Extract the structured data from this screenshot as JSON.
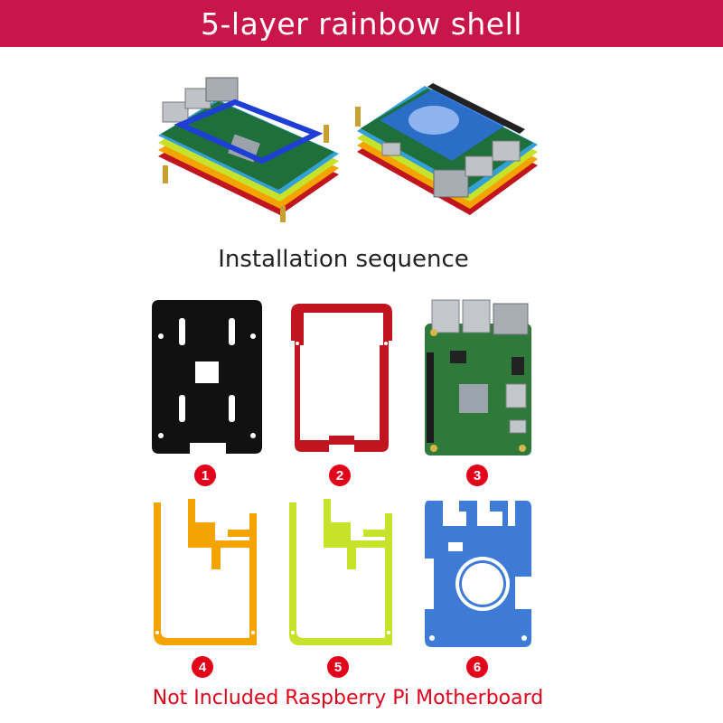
{
  "banner": {
    "title": "5-layer rainbow shell"
  },
  "section": {
    "subtitle": "Installation sequence"
  },
  "parts": [
    {
      "number": "1",
      "color": "#111111",
      "icon": "base-plate-black"
    },
    {
      "number": "2",
      "color": "#c0141e",
      "icon": "frame-red"
    },
    {
      "number": "3",
      "color": "#2f7a3a",
      "icon": "raspberry-pi-board"
    },
    {
      "number": "4",
      "color": "#f5a300",
      "icon": "frame-orange"
    },
    {
      "number": "5",
      "color": "#c7e22a",
      "icon": "frame-lime"
    },
    {
      "number": "6",
      "color": "#3d7bd6",
      "icon": "top-plate-blue"
    }
  ],
  "footer": {
    "note": "Not Included Raspberry Pi Motherboard"
  },
  "colors": {
    "banner": "#c8154a",
    "badge": "#e2001a",
    "note": "#e2001a"
  }
}
